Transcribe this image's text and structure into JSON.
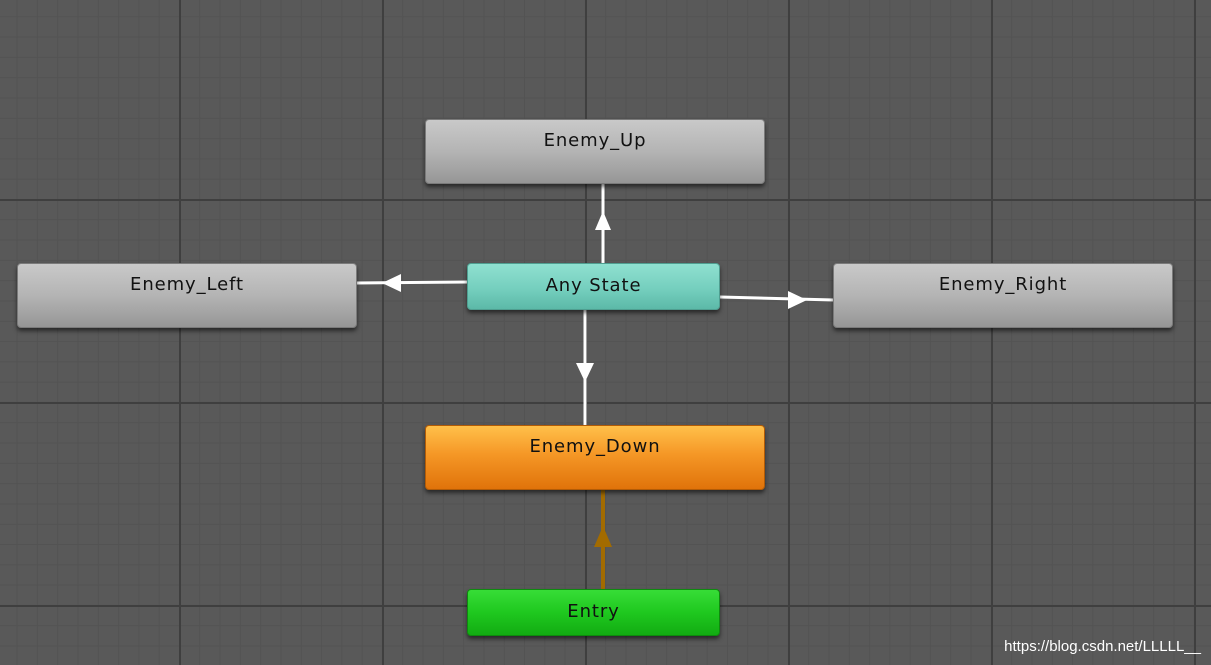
{
  "graph": {
    "states": {
      "enemy_up": "Enemy_Up",
      "enemy_left": "Enemy_Left",
      "any_state": "Any State",
      "enemy_right": "Enemy_Right",
      "enemy_down": "Enemy_Down",
      "entry": "Entry"
    },
    "transitions": [
      {
        "from": "Any State",
        "to": "Enemy_Up"
      },
      {
        "from": "Any State",
        "to": "Enemy_Left"
      },
      {
        "from": "Any State",
        "to": "Enemy_Right"
      },
      {
        "from": "Any State",
        "to": "Enemy_Down"
      },
      {
        "from": "Entry",
        "to": "Enemy_Down",
        "default": true
      }
    ]
  },
  "colors": {
    "background": "#595959",
    "state_default": "#b4b4b4",
    "state_any": "#75cfbe",
    "state_default_layer": "#f59726",
    "state_entry": "#1fc81f",
    "transition": "#ffffff",
    "default_transition": "#a26b00"
  },
  "watermark": "https://blog.csdn.net/LLLLL__"
}
